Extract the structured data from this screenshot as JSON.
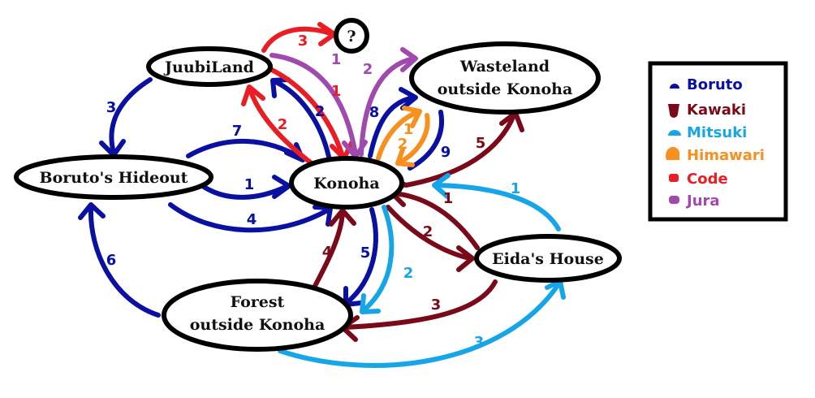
{
  "colors": {
    "boruto": "#0a10a0",
    "kawaki": "#7a0a1a",
    "mitsuki": "#16a6e8",
    "himawari": "#f7901e",
    "code": "#ea1c24",
    "jura": "#a04aae"
  },
  "nodes": {
    "juubiland": "JuubiLand",
    "unknown": "?",
    "wasteland_line1": "Wasteland",
    "wasteland_line2": "outside Konoha",
    "hideout": "Boruto's Hideout",
    "konoha": "Konoha",
    "eida": "Eida's House",
    "forest_line1": "Forest",
    "forest_line2": "outside Konoha"
  },
  "legend": [
    {
      "name": "Boruto",
      "color": "#0a10a0"
    },
    {
      "name": "Kawaki",
      "color": "#7a0a1a"
    },
    {
      "name": "Mitsuki",
      "color": "#16a6e8"
    },
    {
      "name": "Himawari",
      "color": "#f7901e"
    },
    {
      "name": "Code",
      "color": "#ea1c24"
    },
    {
      "name": "Jura",
      "color": "#a04aae"
    }
  ],
  "edges": [
    {
      "id": "boruto-1",
      "character": "Boruto",
      "from": "Boruto's Hideout",
      "to": "Konoha",
      "step": "1"
    },
    {
      "id": "boruto-2",
      "character": "Boruto",
      "from": "Konoha",
      "to": "JuubiLand",
      "step": "2"
    },
    {
      "id": "boruto-3",
      "character": "Boruto",
      "from": "JuubiLand",
      "to": "Boruto's Hideout",
      "step": "3"
    },
    {
      "id": "boruto-4",
      "character": "Boruto",
      "from": "Boruto's Hideout",
      "to": "Konoha",
      "step": "4"
    },
    {
      "id": "boruto-5",
      "character": "Boruto",
      "from": "Konoha",
      "to": "Forest outside Konoha",
      "step": "5"
    },
    {
      "id": "boruto-6",
      "character": "Boruto",
      "from": "Forest outside Konoha",
      "to": "Boruto's Hideout",
      "step": "6"
    },
    {
      "id": "boruto-7",
      "character": "Boruto",
      "from": "Boruto's Hideout",
      "to": "Konoha",
      "step": "7"
    },
    {
      "id": "boruto-8",
      "character": "Boruto",
      "from": "Konoha",
      "to": "Wasteland outside Konoha",
      "step": "8"
    },
    {
      "id": "boruto-9",
      "character": "Boruto",
      "from": "Wasteland outside Konoha",
      "to": "Konoha",
      "step": "9"
    },
    {
      "id": "kawaki-1",
      "character": "Kawaki",
      "from": "Eida's House",
      "to": "Konoha",
      "step": "1"
    },
    {
      "id": "kawaki-2",
      "character": "Kawaki",
      "from": "Konoha",
      "to": "Eida's House",
      "step": "2"
    },
    {
      "id": "kawaki-3",
      "character": "Kawaki",
      "from": "Eida's House",
      "to": "Forest outside Konoha",
      "step": "3"
    },
    {
      "id": "kawaki-4",
      "character": "Kawaki",
      "from": "Forest outside Konoha",
      "to": "Konoha",
      "step": "4"
    },
    {
      "id": "kawaki-5",
      "character": "Kawaki",
      "from": "Konoha",
      "to": "Wasteland outside Konoha",
      "step": "5"
    },
    {
      "id": "mitsuki-1",
      "character": "Mitsuki",
      "from": "Eida's House",
      "to": "Konoha",
      "step": "1"
    },
    {
      "id": "mitsuki-2",
      "character": "Mitsuki",
      "from": "Konoha",
      "to": "Forest outside Konoha",
      "step": "2"
    },
    {
      "id": "mitsuki-3",
      "character": "Mitsuki",
      "from": "Forest outside Konoha",
      "to": "Eida's House",
      "step": "3"
    },
    {
      "id": "himawari-1",
      "character": "Himawari",
      "from": "Konoha",
      "to": "Wasteland outside Konoha",
      "step": "1"
    },
    {
      "id": "himawari-2",
      "character": "Himawari",
      "from": "Wasteland outside Konoha",
      "to": "Konoha",
      "step": "2"
    },
    {
      "id": "code-1",
      "character": "Code",
      "from": "JuubiLand",
      "to": "Konoha",
      "step": "1"
    },
    {
      "id": "code-2",
      "character": "Code",
      "from": "Konoha",
      "to": "JuubiLand",
      "step": "2"
    },
    {
      "id": "code-3",
      "character": "Code",
      "from": "JuubiLand",
      "to": "?",
      "step": "3"
    },
    {
      "id": "jura-1",
      "character": "Jura",
      "from": "JuubiLand",
      "to": "Konoha",
      "step": "1"
    },
    {
      "id": "jura-2",
      "character": "Jura",
      "from": "Konoha",
      "to": "Wasteland outside Konoha",
      "step": "2"
    }
  ]
}
